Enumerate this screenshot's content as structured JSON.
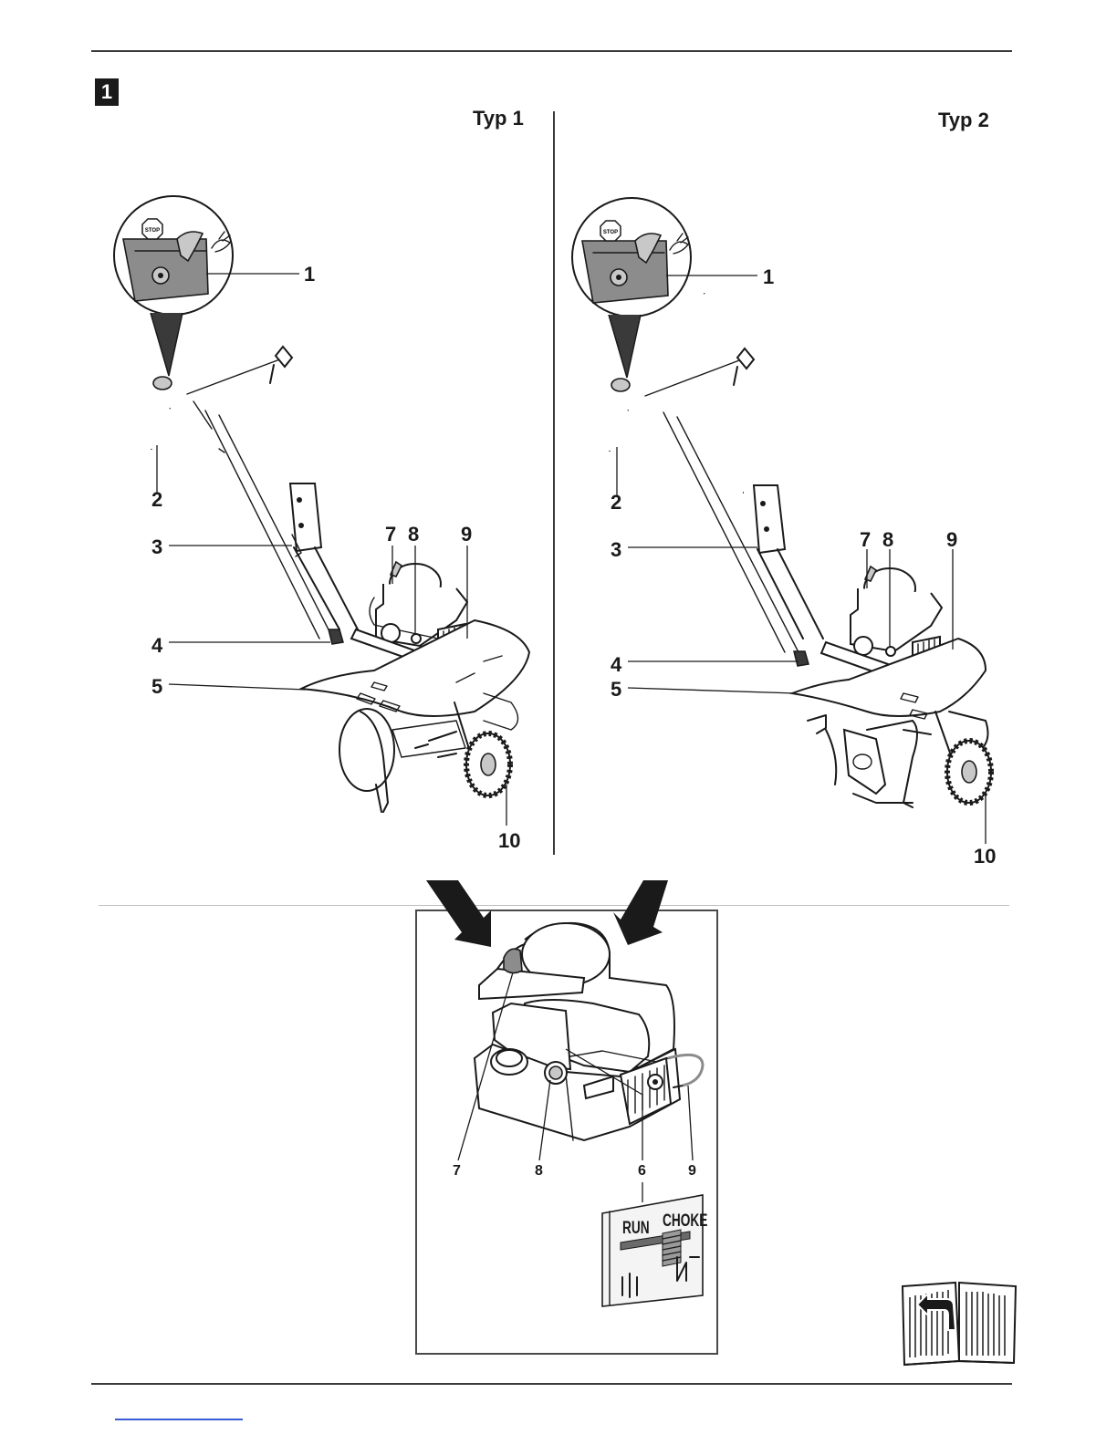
{
  "figure_number": "1",
  "panels": {
    "left": {
      "type_label": "Typ 1"
    },
    "right": {
      "type_label": "Typ 2"
    }
  },
  "callouts": {
    "c1": "1",
    "c2": "2",
    "c3": "3",
    "c4": "4",
    "c5": "5",
    "c6": "6",
    "c7": "7",
    "c8": "8",
    "c9": "9",
    "c10": "10"
  },
  "detail": {
    "stop_label": "STOP",
    "run_label": "RUN",
    "choke_label": "CHOKE"
  },
  "icons": [
    "stop-sign-icon",
    "rabbit-icon",
    "arrow-down-icon",
    "manual-book-icon",
    "choke-symbol-icon",
    "run-symbol-icon"
  ],
  "colors": {
    "ink": "#1a1a1a",
    "grey": "#8c8c8c",
    "footer_link": "#3b5bd8"
  }
}
